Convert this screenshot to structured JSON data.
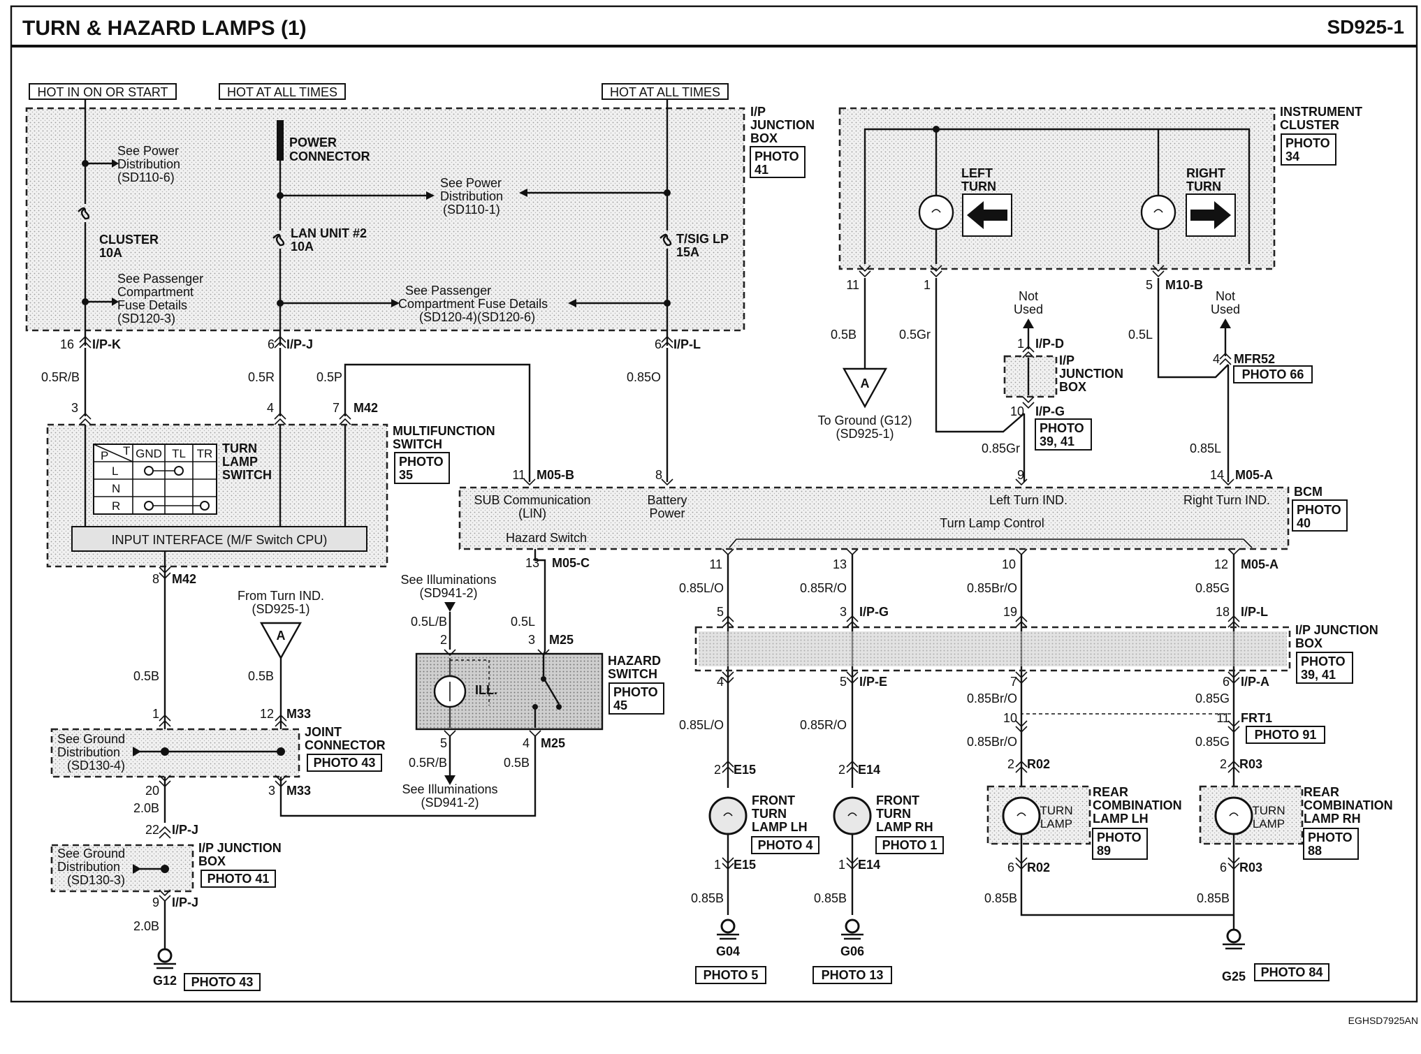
{
  "header": {
    "title": "TURN & HAZARD LAMPS (1)",
    "code": "SD925-1"
  },
  "footer": {
    "doc_id": "EGHSD7925AN"
  },
  "power": {
    "hot_run": "HOT IN ON OR START",
    "hot_always_1": "HOT AT ALL TIMES",
    "hot_always_2": "HOT AT ALL TIMES",
    "see_pd_1": "See Power",
    "see_pd_2": "Distribution",
    "see_pd_3": "(SD110-6)",
    "see_pd_b1": "See Power",
    "see_pd_b2": "Distribution",
    "see_pd_b3": "(SD110-1)",
    "see_pc_1": "See Passenger",
    "see_pc_2": "Compartment",
    "see_pc_3": "Fuse Details",
    "see_pc_4": "(SD120-3)",
    "see_pc_b1": "See Passenger",
    "see_pc_b2": "Compartment Fuse Details",
    "see_pc_b3": "(SD120-4)(SD120-6)",
    "power_conn_1": "POWER",
    "power_conn_2": "CONNECTOR",
    "fuse1_name": "CLUSTER",
    "fuse1_amp": "10A",
    "fuse2_name": "LAN UNIT #2",
    "fuse2_amp": "10A",
    "fuse3_name": "T/SIG LP",
    "fuse3_amp": "15A",
    "ipjb_1": "I/P",
    "ipjb_2": "JUNCTION",
    "ipjb_3": "BOX",
    "ipjb_photo_1": "PHOTO",
    "ipjb_photo_2": "41"
  },
  "pins": {
    "p16": "16",
    "ipk": "I/P-K",
    "p6a": "6",
    "ipj": "I/P-J",
    "p6b": "6",
    "ipl": "I/P-L",
    "w05rb": "0.5R/B",
    "w05r": "0.5R",
    "w05p": "0.5P",
    "w085o": "0.85O",
    "p3": "3",
    "p4": "4",
    "p7": "7",
    "m42a": "M42",
    "p8": "8",
    "m42b": "M42",
    "p11": "11",
    "m05b": "M05-B",
    "p8b": "8",
    "p9": "9",
    "p14": "14",
    "m05a": "M05-A",
    "p13": "13",
    "m05c": "M05-C",
    "w05l": "0.5L",
    "p3m": "3",
    "m25a": "M25",
    "p2": "2",
    "w05lb": "0.5L/B",
    "p5": "5",
    "p4m": "4",
    "m25b": "M25",
    "w05rb2": "0.5R/B",
    "w05b3": "0.5B",
    "p1": "1",
    "p12": "12",
    "m33a": "M33",
    "p20": "20",
    "p3j": "3",
    "m33b": "M33",
    "w05b1": "0.5B",
    "w05b2": "0.5B",
    "w20b1": "2.0B",
    "p22": "22",
    "ipj2": "I/P-J",
    "p9b": "9",
    "ipj3": "I/P-J",
    "w20b2": "2.0B"
  },
  "mfs": {
    "t1": "MULTIFUNCTION",
    "t2": "SWITCH",
    "photo_1": "PHOTO",
    "photo_2": "35",
    "tls_1": "TURN",
    "tls_2": "LAMP",
    "tls_3": "SWITCH",
    "col_p": "P",
    "col_t": "T",
    "col_gnd": "GND",
    "col_tl": "TL",
    "col_tr": "TR",
    "row_l": "L",
    "row_n": "N",
    "row_r": "R",
    "iface": "INPUT INTERFACE (M/F Switch CPU)"
  },
  "refA": {
    "from_1": "From Turn IND.",
    "from_2": "(SD925-1)",
    "letter_1": "A",
    "to_1": "To Ground (G12)",
    "to_2": "(SD925-1)",
    "letter_2": "A"
  },
  "joint": {
    "t1": "JOINT",
    "t2": "CONNECTOR",
    "photo": "PHOTO 43",
    "sg_1": "See Ground",
    "sg_2": "Distribution",
    "sg_3": "(SD130-4)"
  },
  "ipjb2": {
    "t1": "I/P JUNCTION",
    "t2": "BOX",
    "photo": "PHOTO 41",
    "sg_1": "See Ground",
    "sg_2": "Distribution",
    "sg_3": "(SD130-3)"
  },
  "g12": {
    "name": "G12",
    "photo": "PHOTO 43"
  },
  "hazard": {
    "t1": "HAZARD",
    "t2": "SWITCH",
    "photo_1": "PHOTO",
    "photo_2": "45",
    "ill": "ILL.",
    "see_il_1": "See Illuminations",
    "see_il_2": "(SD941-2)",
    "see_il_3": "See Illuminations",
    "see_il_4": "(SD941-2)"
  },
  "bcm": {
    "name": "BCM",
    "photo_1": "PHOTO",
    "photo_2": "40",
    "sub_1": "SUB Communication",
    "sub_2": "(LIN)",
    "batt_1": "Battery",
    "batt_2": "Power",
    "hz": "Hazard Switch",
    "lti": "Left Turn IND.",
    "rti": "Right Turn IND.",
    "tlc": "Turn Lamp Control"
  },
  "cluster": {
    "t1": "INSTRUMENT",
    "t2": "CLUSTER",
    "photo_1": "PHOTO",
    "photo_2": "34",
    "left_1": "LEFT",
    "left_2": "TURN",
    "right_1": "RIGHT",
    "right_2": "TURN",
    "p11": "11",
    "p1": "1",
    "p5": "5",
    "m10b": "M10-B",
    "w05b": "0.5B",
    "w05gr": "0.5Gr",
    "w05l": "0.5L",
    "nu1_1": "Not",
    "nu1_2": "Used",
    "nu2_1": "Not",
    "nu2_2": "Used",
    "p1d": "1",
    "ipd": "I/P-D",
    "ipjb_1": "I/P",
    "ipjb_2": "JUNCTION",
    "ipjb_3": "BOX",
    "p10": "10",
    "ipg": "I/P-G",
    "photo_a": "PHOTO",
    "photo_b": "39, 41",
    "w085gr": "0.85Gr",
    "p4": "4",
    "mfr52": "MFR52",
    "photo66": "PHOTO 66",
    "w085l": "0.85L"
  },
  "outputs": {
    "p11": "11",
    "p13": "13",
    "p10": "10",
    "p12": "12",
    "m05a": "M05-A",
    "w1": "0.85L/O",
    "w2": "0.85R/O",
    "w3": "0.85Br/O",
    "w4": "0.85G",
    "p5": "5",
    "p3": "3",
    "ipg": "I/P-G",
    "p19": "19",
    "p18": "18",
    "ipl": "I/P-L",
    "ipjb_1": "I/P JUNCTION",
    "ipjb_2": "BOX",
    "photo_1": "PHOTO",
    "photo_2": "39, 41",
    "p4": "4",
    "p5b": "5",
    "ipe": "I/P-E",
    "p7": "7",
    "p6": "6",
    "ipa": "I/P-A",
    "w5": "0.85L/O",
    "w6": "0.85R/O",
    "w7": "0.85Br/O",
    "w8": "0.85G",
    "p10b": "10",
    "w9": "0.85Br/O",
    "p11b": "11",
    "frt1": "FRT1",
    "photo91": "PHOTO 91",
    "w10": "0.85G",
    "p2a": "2",
    "e15": "E15",
    "p2b": "2",
    "e14": "E14",
    "p2c": "2",
    "r02": "R02",
    "p2d": "2",
    "r03": "R03",
    "fl_1": "FRONT",
    "fl_2": "TURN",
    "fl_3": "LAMP LH",
    "fl_ph": "PHOTO 4",
    "fr_1": "FRONT",
    "fr_2": "TURN",
    "fr_3": "LAMP RH",
    "fr_ph": "PHOTO 1",
    "rl_1": "REAR",
    "rl_2": "COMBINATION",
    "rl_3": "LAMP LH",
    "rl_ph1": "PHOTO",
    "rl_ph2": "89",
    "rr_1": "REAR",
    "rr_2": "COMBINATION",
    "rr_3": "LAMP RH",
    "rr_ph1": "PHOTO",
    "rr_ph2": "88",
    "tl_1": "TURN",
    "tl_2": "LAMP",
    "tl_3": "TURN",
    "tl_4": "LAMP",
    "p1a": "1",
    "e15b": "E15",
    "p1b": "1",
    "e14b": "E14",
    "p6a": "6",
    "r02b": "R02",
    "p6b": "6",
    "r03b": "R03",
    "w11": "0.85B",
    "w12": "0.85B",
    "w13": "0.85B",
    "w14": "0.85B",
    "g04": "G04",
    "g04ph": "PHOTO 5",
    "g06": "G06",
    "g06ph": "PHOTO 13",
    "g25": "G25",
    "g25ph": "PHOTO 84"
  }
}
